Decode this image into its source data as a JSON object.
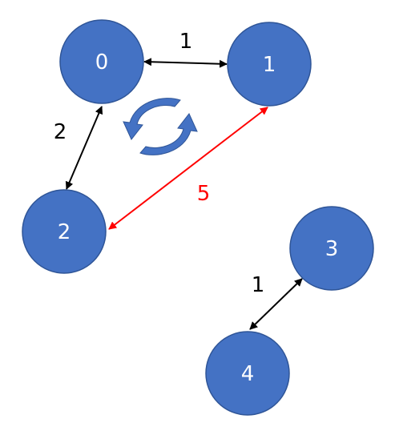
{
  "graph": {
    "node_color": "#4472C4",
    "node_border": "#2F5597",
    "nodes": [
      {
        "id": "n0",
        "label": "0"
      },
      {
        "id": "n1",
        "label": "1"
      },
      {
        "id": "n2",
        "label": "2"
      },
      {
        "id": "n3",
        "label": "3"
      },
      {
        "id": "n4",
        "label": "4"
      }
    ],
    "edges": [
      {
        "from": "0",
        "to": "1",
        "weight": "1",
        "color": "#000000"
      },
      {
        "from": "0",
        "to": "2",
        "weight": "2",
        "color": "#000000"
      },
      {
        "from": "1",
        "to": "2",
        "weight": "5",
        "color": "#FF0000"
      },
      {
        "from": "3",
        "to": "4",
        "weight": "1",
        "color": "#000000"
      }
    ],
    "cycle_icon": {
      "name": "circular-arrows-icon",
      "color": "#4472C4"
    }
  }
}
